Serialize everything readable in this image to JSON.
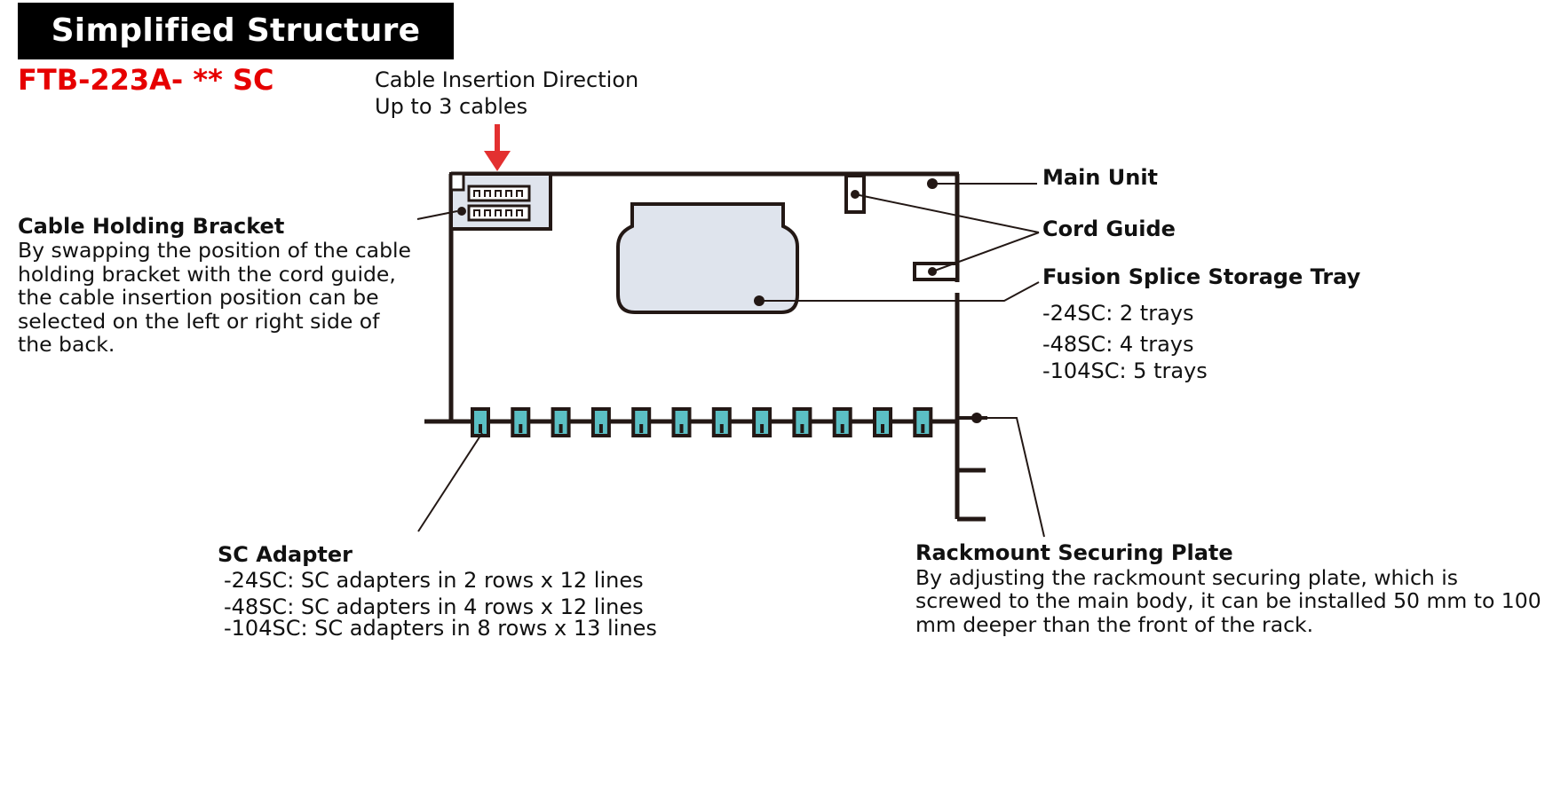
{
  "title": "Simplified Structure",
  "model": "FTB-223A- ** SC",
  "colors": {
    "model_red": "#e60000",
    "arrow_red": "#e33030",
    "adapter_teal": "#5bbfc4",
    "tray_fill": "#dfe4ed",
    "line": "#231815"
  },
  "insertion": {
    "line1": "Cable Insertion Direction",
    "line2": "Up to 3 cables"
  },
  "bracket": {
    "title": "Cable Holding Bracket",
    "lines": [
      "By swapping the position of the cable",
      "holding bracket with the cord guide,",
      "the cable insertion position can be",
      "selected on the left or right side of",
      "the back."
    ]
  },
  "main_unit": "Main Unit",
  "cord_guide": "Cord Guide",
  "tray": {
    "title": "Fusion Splice Storage Tray",
    "lines": [
      "-24SC: 2 trays",
      "-48SC: 4 trays",
      "-104SC: 5 trays"
    ]
  },
  "adapter": {
    "title": "SC Adapter",
    "lines": [
      "-24SC: SC adapters in 2 rows x 12 lines",
      "-48SC: SC adapters in 4 rows x 12 lines",
      "-104SC: SC adapters in 8 rows x 13 lines"
    ]
  },
  "rackmount": {
    "title": "Rackmount Securing Plate",
    "lines": [
      "By adjusting the rackmount securing plate, which is",
      "screwed to the main body, it can be installed 50 mm to 100",
      "mm deeper than the front of the rack."
    ]
  }
}
